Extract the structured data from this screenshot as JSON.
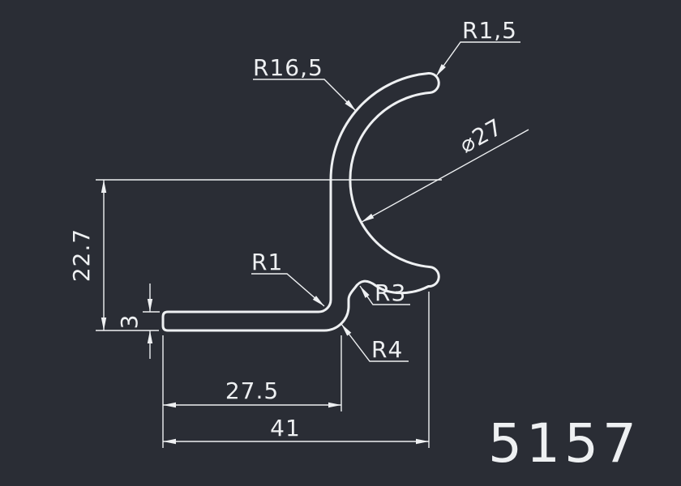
{
  "drawing": {
    "part_number": "5157",
    "labels": {
      "r1_5": "R1,5",
      "r16_5": "R16,5",
      "dia27": "⌀27",
      "height": "22.7",
      "thickness": "3",
      "r1": "R1",
      "r3": "R3",
      "r4": "R4",
      "width_inner": "27.5",
      "width_total": "41"
    },
    "colors": {
      "background": "#2a2d35",
      "line": "#eef0f2"
    }
  }
}
